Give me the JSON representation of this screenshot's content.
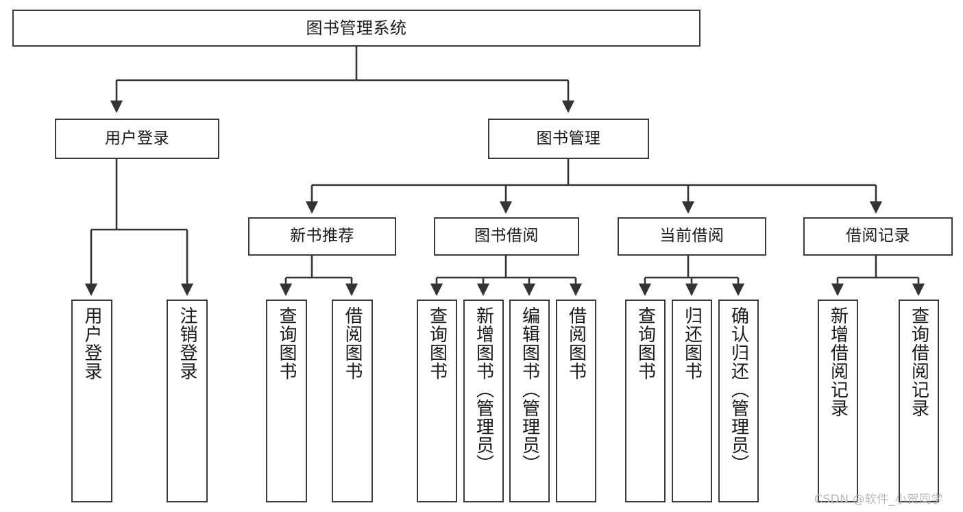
{
  "diagram": {
    "title": "图书管理系统",
    "type": "functional-decomposition-tree",
    "root": {
      "label": "图书管理系统"
    },
    "level2": [
      {
        "label": "用户登录"
      },
      {
        "label": "图书管理"
      }
    ],
    "level3": [
      {
        "label": "新书推荐"
      },
      {
        "label": "图书借阅"
      },
      {
        "label": "当前借阅"
      },
      {
        "label": "借阅记录"
      }
    ],
    "leaves": {
      "user_login": [
        {
          "label": "用户登录"
        },
        {
          "label": "注销登录"
        }
      ],
      "new_book_recommend": [
        {
          "label": "查询图书"
        },
        {
          "label": "借阅图书"
        }
      ],
      "book_borrow": [
        {
          "label": "查询图书"
        },
        {
          "label": "新增图书（管理员）"
        },
        {
          "label": "编辑图书（管理员）"
        },
        {
          "label": "借阅图书"
        }
      ],
      "current_borrow": [
        {
          "label": "查询图书"
        },
        {
          "label": "归还图书"
        },
        {
          "label": "确认归还（管理员）"
        }
      ],
      "borrow_record": [
        {
          "label": "新增借阅记录"
        },
        {
          "label": "查询借阅记录"
        }
      ]
    }
  },
  "watermark": {
    "text": "CSDN @软件_小贺同学"
  },
  "colors": {
    "box_border": "#3b3b3b",
    "line": "#333333",
    "text": "#1a1a1a",
    "background": "#ffffff",
    "watermark": "#b9b9b9"
  }
}
